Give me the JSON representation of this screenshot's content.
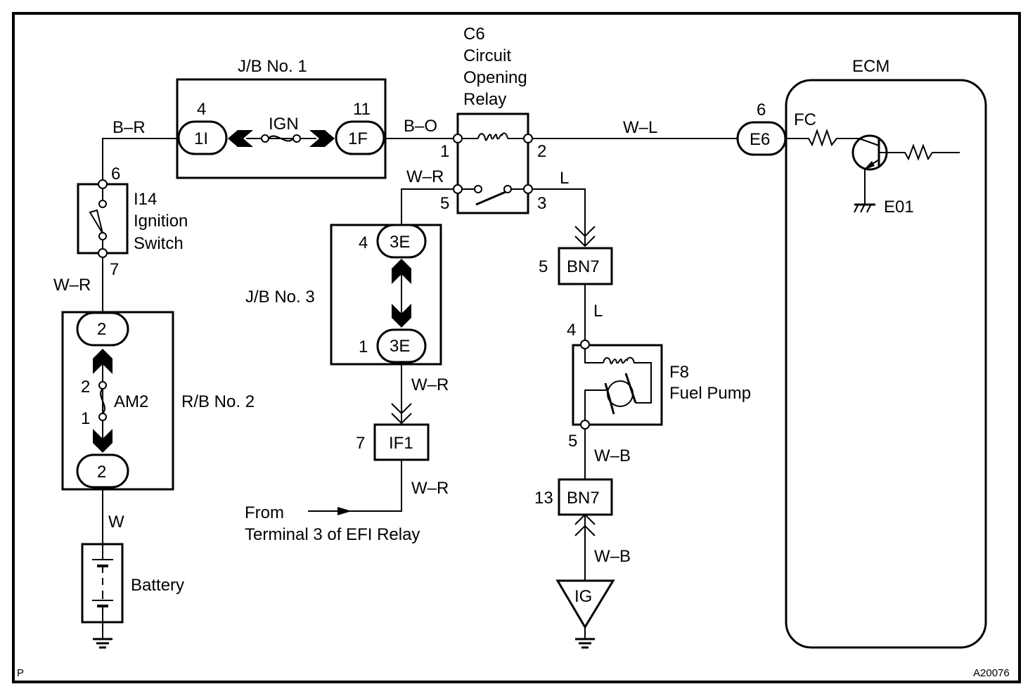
{
  "diagram": {
    "footer_left": "P",
    "footer_right": "A20076",
    "colors": {
      "line": "#000000",
      "background": "#ffffff"
    },
    "components": {
      "jb1": {
        "title": "J/B No. 1",
        "left_pin": "4",
        "left_conn": "1I",
        "fuse": "IGN",
        "right_pin": "11",
        "right_conn": "1F"
      },
      "relay": {
        "line1": "C6",
        "line2": "Circuit",
        "line3": "Opening",
        "line4": "Relay",
        "pin1": "1",
        "pin2": "2",
        "pin3": "3",
        "pin5": "5"
      },
      "ecm": {
        "title": "ECM",
        "pin": "6",
        "conn": "E6",
        "signal": "FC",
        "ground": "E01"
      },
      "ignition": {
        "line1": "I14",
        "line2": "Ignition",
        "line3": "Switch",
        "pin_top": "6",
        "pin_bottom": "7"
      },
      "rb2": {
        "title": "R/B No. 2",
        "conn_top": "2",
        "conn_bottom": "2",
        "fuse": "AM2",
        "fuse_pin_top": "2",
        "fuse_pin_bottom": "1"
      },
      "battery": {
        "label": "Battery"
      },
      "jb3": {
        "title": "J/B No. 3",
        "top_pin": "4",
        "top_conn": "3E",
        "bottom_pin": "1",
        "bottom_conn": "3E"
      },
      "if1": {
        "pin": "7",
        "conn": "IF1"
      },
      "from_note": {
        "line1": "From",
        "line2": "Terminal 3 of EFI Relay"
      },
      "bn7_top": {
        "pin": "5",
        "conn": "BN7"
      },
      "fuel_pump": {
        "line1": "F8",
        "line2": "Fuel Pump",
        "pin_top": "4",
        "pin_bottom": "5"
      },
      "bn7_bottom": {
        "pin": "13",
        "conn": "BN7"
      },
      "ground_point": {
        "label": "IG"
      }
    },
    "wires": {
      "br": "B–R",
      "bo": "B–O",
      "wl": "W–L",
      "wr_relay": "W–R",
      "l_relay": "L",
      "wr_ign": "W–R",
      "w_batt": "W",
      "wr_jb3": "W–R",
      "wr_if1": "W–R",
      "l_pump": "L",
      "wb_pump": "W–B",
      "wb_ground": "W–B"
    }
  }
}
